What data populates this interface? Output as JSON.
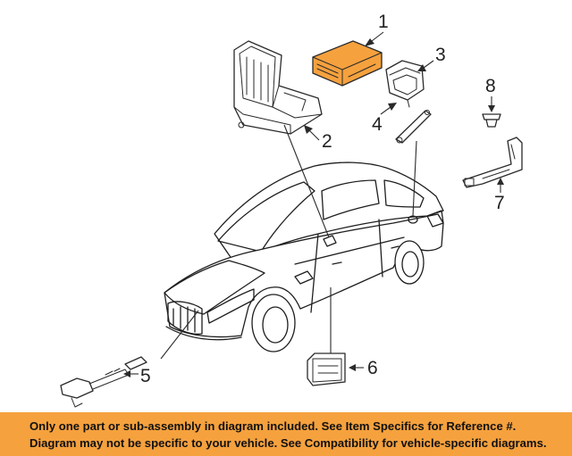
{
  "callouts": {
    "c1": "1",
    "c2": "2",
    "c3": "3",
    "c4": "4",
    "c5": "5",
    "c6": "6",
    "c7": "7",
    "c8": "8"
  },
  "highlight_color": "#f5a13e",
  "banner": {
    "line1": "Only one part or sub-assembly in diagram included. See Item Specifics for Reference #.",
    "line2": "Diagram may not be specific to your vehicle. See Compatibility for vehicle-specific diagrams."
  }
}
